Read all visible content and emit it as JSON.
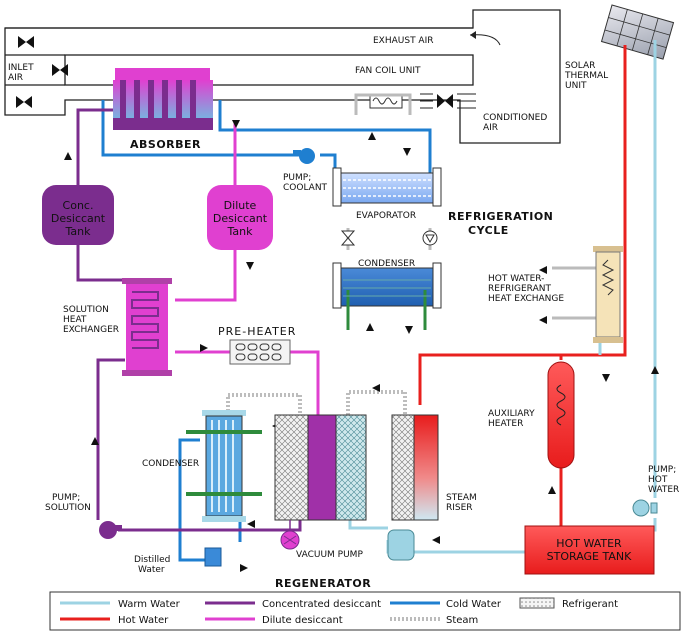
{
  "labels": {
    "exhaust_air": "EXHAUST AIR",
    "inlet_air_1": "INLET",
    "inlet_air_2": "AIR",
    "fan_coil_unit": "FAN COIL UNIT",
    "conditioned_air_1": "CONDITIONED",
    "conditioned_air_2": "AIR",
    "solar_1": "SOLAR",
    "solar_2": "THERMAL",
    "solar_3": "UNIT",
    "absorber": "ABSORBER",
    "pump_coolant_1": "PUMP;",
    "pump_coolant_2": "COOLANT",
    "conc_tank_1": "Conc.",
    "conc_tank_2": "Desiccant",
    "conc_tank_3": "Tank",
    "dilute_tank_1": "Dilute",
    "dilute_tank_2": "Desiccant",
    "dilute_tank_3": "Tank",
    "evaporator": "EVAPORATOR",
    "refrigeration_1": "REFRIGERATION",
    "refrigeration_2": "CYCLE",
    "condenser_top": "CONDENSER",
    "hw_hx_1": "HOT WATER-",
    "hw_hx_2": "REFRIGERANT",
    "hw_hx_3": "HEAT EXCHANGE",
    "solution_hx_1": "SOLUTION",
    "solution_hx_2": "HEAT",
    "solution_hx_3": "EXCHANGER",
    "pre_heater": "PRE-HEATER",
    "auxiliary_1": "AUXILIARY",
    "auxiliary_2": "HEATER",
    "condenser_bottom": "CONDENSER",
    "steam_riser_1": "STEAM",
    "steam_riser_2": "RISER",
    "pump_hot_water_1": "PUMP;",
    "pump_hot_water_2": "HOT",
    "pump_hot_water_3": "WATER",
    "pump_solution_1": "PUMP;",
    "pump_solution_2": "SOLUTION",
    "distilled_water_1": "Distilled",
    "distilled_water_2": "Water",
    "vacuum_pump": "VACUUM PUMP",
    "regenerator": "REGENERATOR",
    "hot_water_tank_1": "HOT WATER",
    "hot_water_tank_2": "STORAGE TANK"
  },
  "legend": {
    "warm_water": "Warm Water",
    "hot_water": "Hot Water",
    "concentrated": "Concentrated desiccant",
    "dilute": "Dilute desiccant",
    "cold_water": "Cold Water",
    "steam": "Steam",
    "refrigerant": "Refrigerant"
  },
  "colors": {
    "warm_water": "#9dd3e3",
    "hot_water": "#e8201e",
    "concentrated": "#7b2d8e",
    "dilute": "#e040d0",
    "cold_water": "#1f7fd0",
    "steam": "#c8c8c8",
    "refrigerant": "#d0d0d0"
  }
}
